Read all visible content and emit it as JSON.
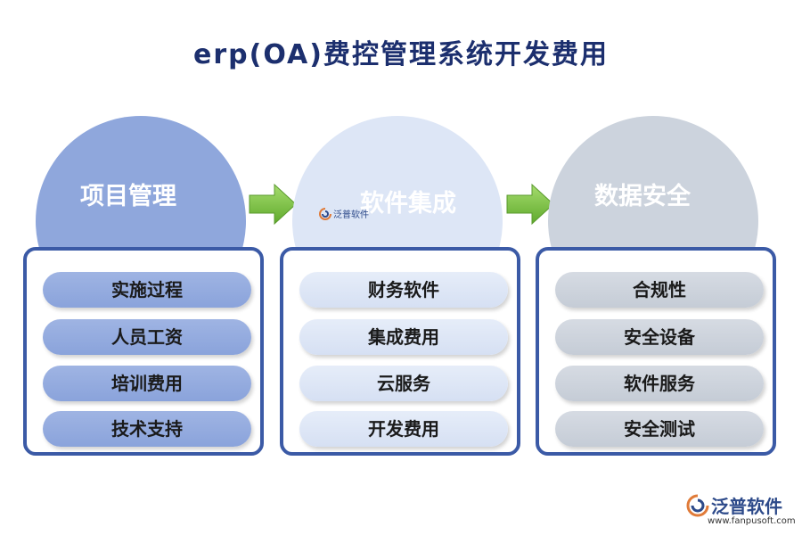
{
  "title": "erp(OA)费控管理系统开发费用",
  "columns": [
    {
      "heading": "项目管理",
      "items": [
        "实施过程",
        "人员工资",
        "培训费用",
        "技术支持"
      ]
    },
    {
      "heading": "软件集成",
      "items": [
        "财务软件",
        "集成费用",
        "云服务",
        "开发费用"
      ]
    },
    {
      "heading": "数据安全",
      "items": [
        "合规性",
        "安全设备",
        "软件服务",
        "安全测试"
      ]
    }
  ],
  "colors": {
    "title": "#1c2f6e",
    "box_border": "#3b5aa6",
    "arrow": "#7cc142",
    "col1": "#8fa7dc",
    "col2": "#dde6f6",
    "col3": "#ccd3dd"
  },
  "watermark": {
    "text": "泛普软件"
  },
  "brand": {
    "name": "泛普软件",
    "url": "www.fanpusoft.com"
  }
}
